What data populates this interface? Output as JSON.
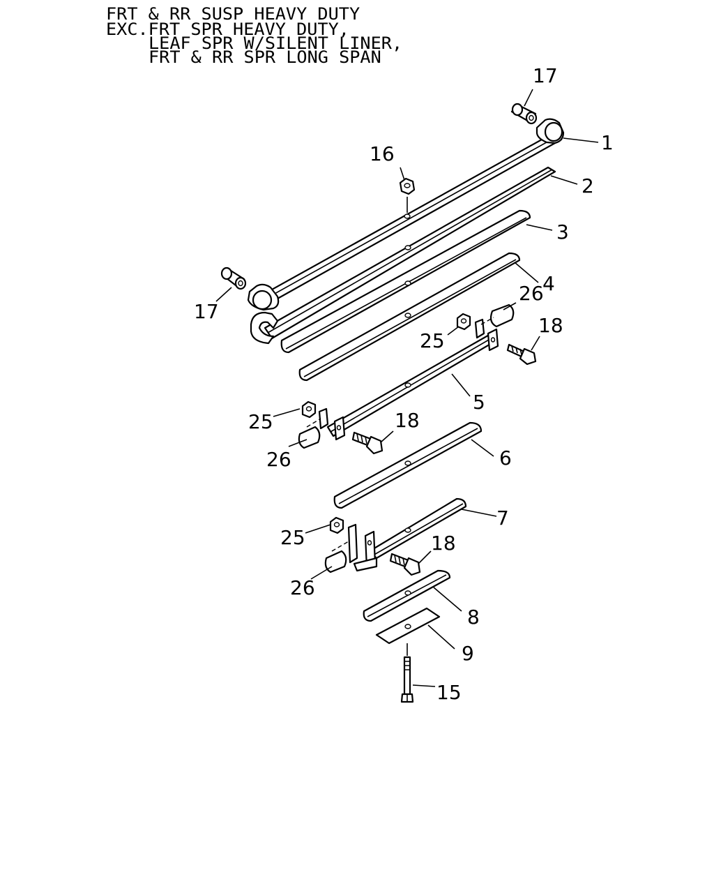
{
  "header": {
    "line1": "FRT & RR SUSP HEAVY DUTY",
    "line2": "EXC.FRT SPR HEAVY DUTY,",
    "line3": "LEAF SPR W/SILENT LINER,",
    "line4": "FRT & RR SPR LONG SPAN"
  },
  "callouts": {
    "c1": "1",
    "c2": "2",
    "c3": "3",
    "c4": "4",
    "c5": "5",
    "c6": "6",
    "c7": "7",
    "c8": "8",
    "c9": "9",
    "c15": "15",
    "c16": "16",
    "c17a": "17",
    "c17b": "17",
    "c18a": "18",
    "c18b": "18",
    "c18c": "18",
    "c25a": "25",
    "c25b": "25",
    "c25c": "25",
    "c26a": "26",
    "c26b": "26",
    "c26c": "26"
  }
}
